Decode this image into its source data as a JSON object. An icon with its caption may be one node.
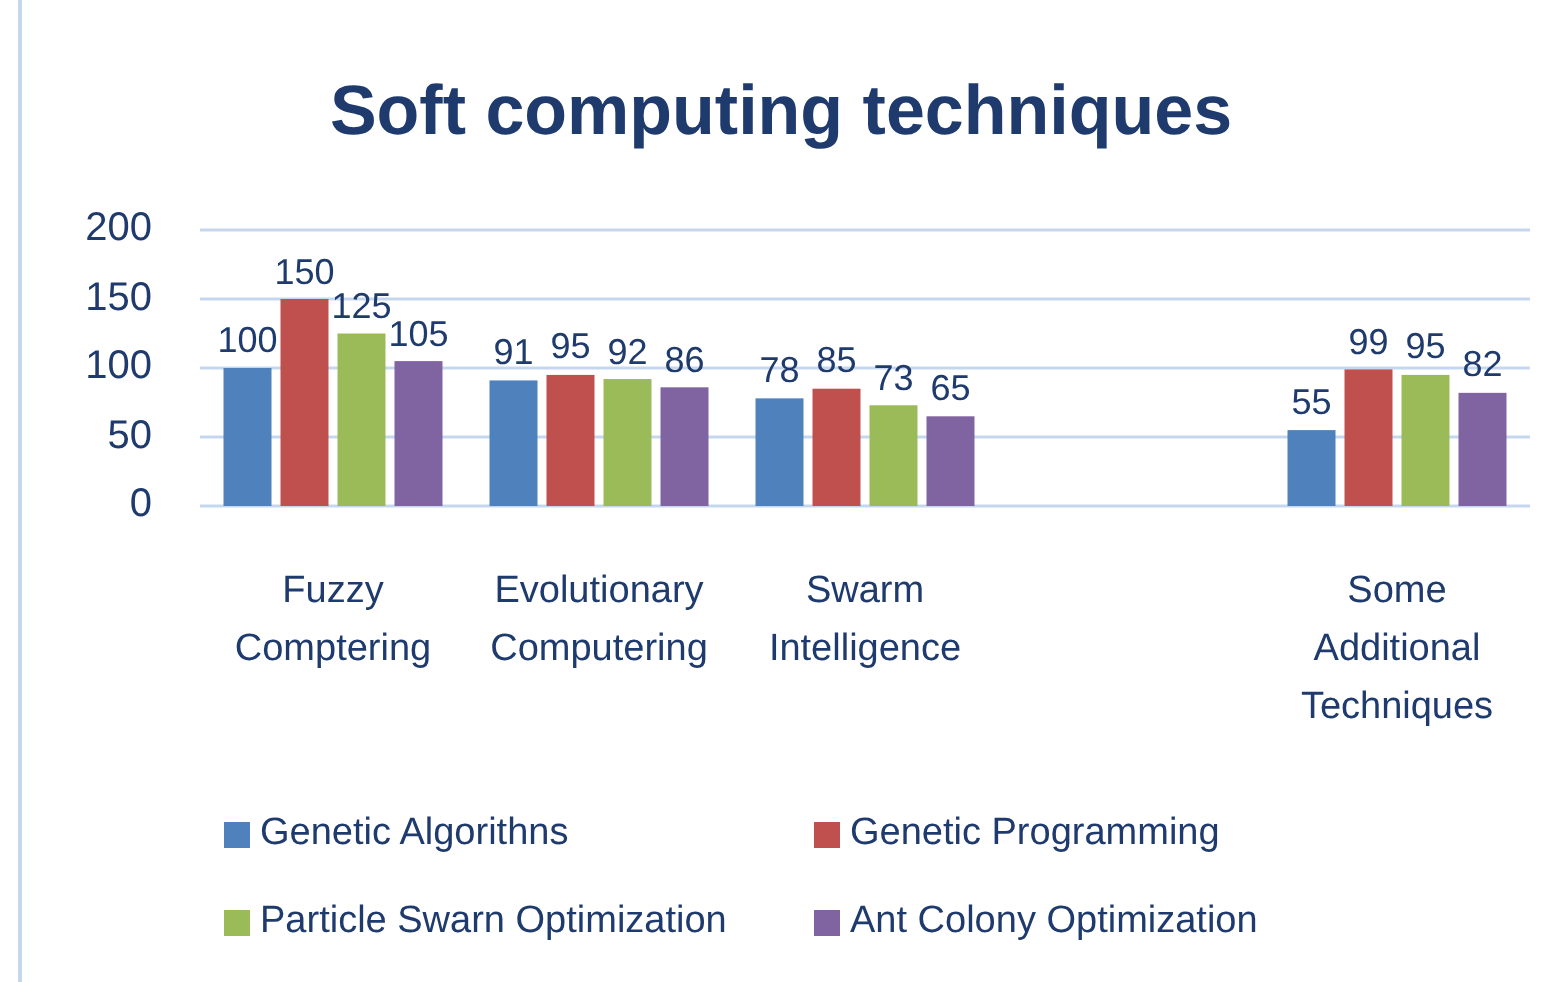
{
  "diagram": {
    "chart_data": {
      "type": "bar",
      "title": "Soft computing techniques",
      "categories": [
        "Fuzzy Comptering",
        "Evolutionary Computering",
        "Swarm Intelligence",
        null,
        "Some Additional Techniques"
      ],
      "series": [
        {
          "name": "Genetic Algorithns",
          "color": "#4f81bd",
          "values": [
            100,
            91,
            78,
            null,
            55
          ]
        },
        {
          "name": "Genetic Programming",
          "color": "#c0504d",
          "values": [
            150,
            95,
            85,
            null,
            99
          ]
        },
        {
          "name": "Particle Swarn Optimization",
          "color": "#9bbb59",
          "values": [
            125,
            92,
            73,
            null,
            95
          ]
        },
        {
          "name": "Ant Colony Optimization",
          "color": "#8064a2",
          "values": [
            105,
            86,
            65,
            null,
            82
          ]
        }
      ],
      "ylim": [
        0,
        200
      ],
      "yticks": [
        0,
        50,
        100,
        150,
        200
      ],
      "data_labels": true,
      "grid": true,
      "legend": "bottom"
    }
  }
}
